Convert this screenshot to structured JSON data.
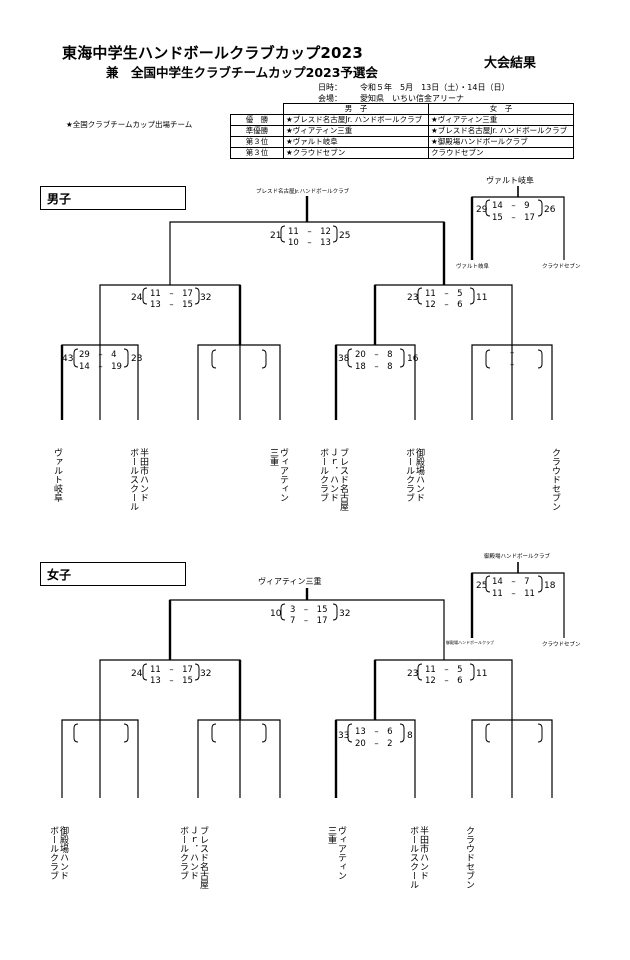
{
  "header": {
    "title_line1": "東海中学生ハンドボールクラブカップ2023",
    "title_line2": "兼　全国中学生クラブチームカップ2023予選会",
    "result_label": "大会結果",
    "date_label": "日時：",
    "date_value": "令和５年　5月　13日（土）・14日（日）",
    "venue_label": "会場：",
    "venue_value": "愛知県　いちい信金アリーナ"
  },
  "summary": {
    "note": "★全国クラブチームカップ出場チーム",
    "col_boys": "男　子",
    "col_girls": "女　子",
    "rows": [
      {
        "rank": "優　勝",
        "boys": "★ブレスド名古屋Jr. ハンドボールクラブ",
        "girls": "★ヴィアティン三重"
      },
      {
        "rank": "準優勝",
        "boys": "★ヴィアティン三重",
        "girls": "★ブレスド名古屋Jr. ハンドボールクラブ"
      },
      {
        "rank": "第３位",
        "boys": "★ヴァルト岐阜",
        "girls": "★御殿場ハンドボールクラブ"
      },
      {
        "rank": "第３位",
        "boys": "★クラウドセブン",
        "girls": "クラウドセブン"
      }
    ]
  },
  "boys": {
    "section_label": "男子",
    "champion": "ブレスド名古屋Jr.ハンドボールクラブ",
    "final": {
      "l": "21",
      "h1": "11　–　12",
      "h2": "10　–　13",
      "r": "25"
    },
    "semi_left": {
      "l": "24",
      "h1": "11　–　17",
      "h2": "13　–　15",
      "r": "32"
    },
    "semi_right": {
      "l": "23",
      "h1": "11　–　5",
      "h2": "12　–　6",
      "r": "11"
    },
    "q1": {
      "l": "43",
      "h1": "29　–　4",
      "h2": "14　–　19",
      "r": "23"
    },
    "q3": {
      "l": "38",
      "h1": "20　–　8",
      "h2": "18　–　8",
      "r": "16"
    },
    "q4": {
      "h1": "–",
      "h2": "–"
    },
    "third_winner": "ヴァルト岐阜",
    "third": {
      "l": "29",
      "h1": "14　–　9",
      "h2": "15　–　17",
      "r": "26"
    },
    "third_left": "ヴァルト岐阜",
    "third_right": "クラウドセブン",
    "teams": [
      "ヴァルト岐阜",
      "半田市ハンド\nボールスクール",
      "ヴィアティン\n三重",
      "ブレスド名古屋\nＪｒ．ハンド\nボールクラブ",
      "御殿場ハンド\nボールクラブ",
      "クラウドセブン"
    ]
  },
  "girls": {
    "section_label": "女子",
    "champion": "ヴィアティン三重",
    "final": {
      "l": "10",
      "h1": "3　–　15",
      "h2": "7　–　17",
      "r": "32"
    },
    "semi_left": {
      "l": "24",
      "h1": "11　–　17",
      "h2": "13　–　15",
      "r": "32"
    },
    "semi_right": {
      "l": "23",
      "h1": "11　–　5",
      "h2": "12　–　6",
      "r": "11"
    },
    "q3": {
      "l": "33",
      "h1": "13　–　6",
      "h2": "20　–　2",
      "r": "8"
    },
    "third_winner": "御殿場ハンドボールクラブ",
    "third": {
      "l": "25",
      "h1": "14　–　7",
      "h2": "11　–　11",
      "r": "18"
    },
    "third_left": "御殿場ハンドボールクラブ",
    "third_right": "クラウドセブン",
    "teams": [
      "御殿場ハンド\nボールクラブ",
      "ブレスド名古屋\nＪｒ．ハンド\nボールクラブ",
      "ヴィアティン\n三重",
      "半田市ハンド\nボールスクール",
      "クラウドセブン"
    ]
  }
}
